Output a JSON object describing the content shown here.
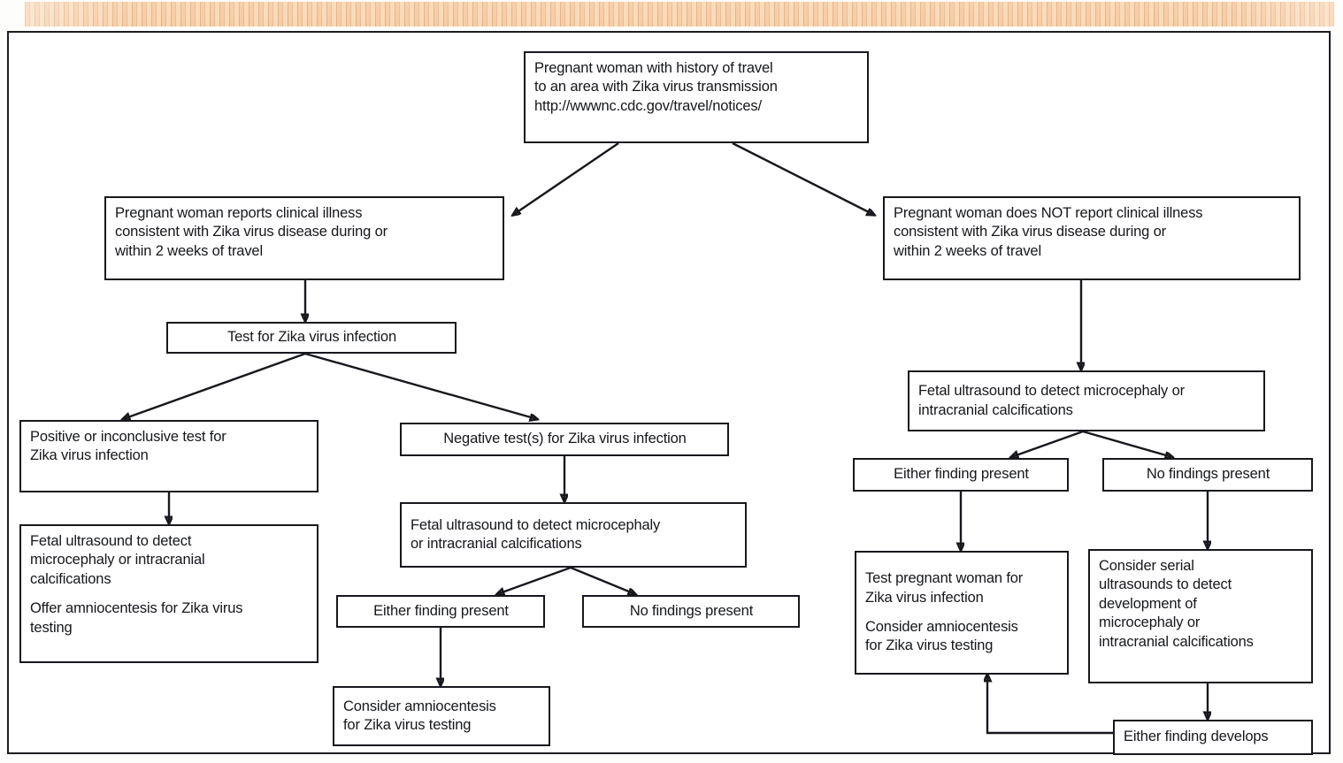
{
  "figure": {
    "kind": "clinical-decision-flowchart",
    "topic": "Evaluation of pregnant women with history of travel to an area with Zika virus transmission",
    "ink_color": "#16181d",
    "box_fill": "#ffffff",
    "header_band_color": "#f6cda6"
  },
  "nodes": {
    "root": {
      "id": "root",
      "lines": [
        "Pregnant woman with history of travel",
        "to an area with Zika virus transmission",
        "http://wwwnc.cdc.gov/travel/notices/"
      ]
    },
    "symptomatic": {
      "id": "symptomatic",
      "lines": [
        "Pregnant woman reports clinical illness",
        "consistent with Zika virus disease during or",
        "within 2 weeks of travel"
      ]
    },
    "asymptomatic": {
      "id": "asymptomatic",
      "lines": [
        "Pregnant woman does NOT report clinical illness",
        "consistent with Zika virus disease during or",
        "within 2 weeks of travel"
      ]
    },
    "test_zika": {
      "id": "test-for-zika-virus-infection",
      "lines": [
        "Test for Zika virus infection"
      ]
    },
    "positive_test": {
      "id": "positive-or-inconclusive-test",
      "lines": [
        "Positive or inconclusive test for",
        "Zika virus infection"
      ]
    },
    "positive_followup": {
      "id": "positive-followup",
      "paragraph1": [
        "Fetal ultrasound to detect",
        "microcephaly or intracranial",
        "calcifications"
      ],
      "paragraph2": [
        "Offer amniocentesis for Zika virus",
        "testing"
      ]
    },
    "negative_test": {
      "id": "negative-test",
      "lines": [
        "Negative test(s) for Zika virus infection"
      ]
    },
    "negative_ultrasound": {
      "id": "negative-branch-fetal-ultrasound",
      "lines": [
        "Fetal ultrasound to detect microcephaly",
        "or intracranial calcifications"
      ]
    },
    "neg_either_finding": {
      "id": "negative-branch-either-finding-present",
      "lines": [
        "Either finding present"
      ]
    },
    "neg_no_findings": {
      "id": "negative-branch-no-findings-present",
      "lines": [
        "No findings present"
      ]
    },
    "neg_amnio": {
      "id": "negative-branch-consider-amniocentesis",
      "lines": [
        "Consider amniocentesis",
        "for Zika virus testing"
      ]
    },
    "asym_ultrasound": {
      "id": "asymptomatic-fetal-ultrasound",
      "lines": [
        "Fetal ultrasound to detect microcephaly or",
        "intracranial calcifications"
      ]
    },
    "asym_either_finding": {
      "id": "asymptomatic-either-finding-present",
      "lines": [
        "Either finding present"
      ]
    },
    "asym_no_findings": {
      "id": "asymptomatic-no-findings-present",
      "lines": [
        "No findings present"
      ]
    },
    "asym_test_woman": {
      "id": "test-pregnant-woman",
      "paragraph1": [
        "Test pregnant woman for",
        "Zika virus infection"
      ],
      "paragraph2": [
        "Consider amniocentesis",
        "for Zika virus testing"
      ]
    },
    "asym_serial": {
      "id": "consider-serial-ultrasounds",
      "lines": [
        "Consider serial",
        "ultrasounds to detect",
        "development of",
        "microcephaly or",
        "intracranial calcifications"
      ]
    },
    "asym_develops": {
      "id": "either-finding-develops",
      "lines": [
        "Either finding develops"
      ]
    }
  },
  "edges": [
    {
      "from": "root",
      "to": "symptomatic",
      "style": "arrow"
    },
    {
      "from": "root",
      "to": "asymptomatic",
      "style": "arrow"
    },
    {
      "from": "symptomatic",
      "to": "test_zika",
      "style": "arrow"
    },
    {
      "from": "test_zika",
      "to": "positive_test",
      "style": "arrow"
    },
    {
      "from": "test_zika",
      "to": "negative_test",
      "style": "arrow"
    },
    {
      "from": "positive_test",
      "to": "positive_followup",
      "style": "arrow"
    },
    {
      "from": "negative_test",
      "to": "negative_ultrasound",
      "style": "arrow"
    },
    {
      "from": "negative_ultrasound",
      "to": "neg_either_finding",
      "style": "arrow"
    },
    {
      "from": "negative_ultrasound",
      "to": "neg_no_findings",
      "style": "arrow"
    },
    {
      "from": "neg_either_finding",
      "to": "neg_amnio",
      "style": "arrow"
    },
    {
      "from": "asymptomatic",
      "to": "asym_ultrasound",
      "style": "arrow"
    },
    {
      "from": "asym_ultrasound",
      "to": "asym_either_finding",
      "style": "arrow"
    },
    {
      "from": "asym_ultrasound",
      "to": "asym_no_findings",
      "style": "arrow"
    },
    {
      "from": "asym_either_finding",
      "to": "asym_test_woman",
      "style": "arrow"
    },
    {
      "from": "asym_no_findings",
      "to": "asym_serial",
      "style": "arrow"
    },
    {
      "from": "asym_serial",
      "to": "asym_develops",
      "style": "arrow"
    },
    {
      "from": "asym_develops",
      "to": "asym_test_woman",
      "style": "arrow-feedback"
    }
  ]
}
